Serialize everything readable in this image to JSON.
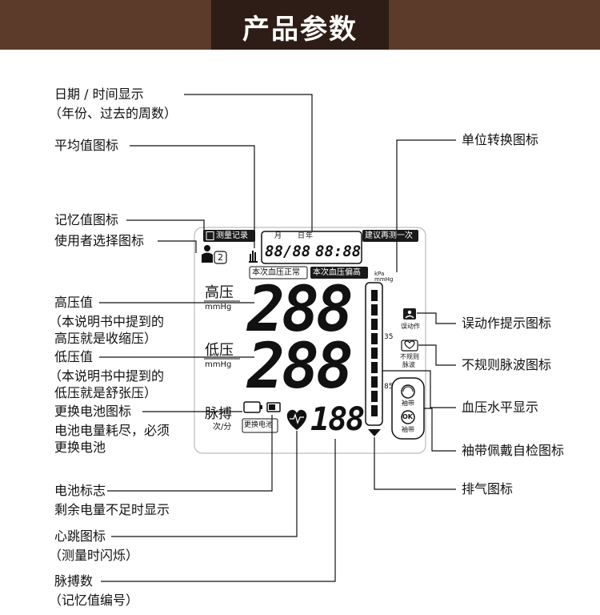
{
  "header": {
    "title": "产品参数"
  },
  "callouts": {
    "date_time": {
      "title": "日期 / 时间显示",
      "note": "（年份、过去的周数）"
    },
    "average_icon": {
      "title": "平均值图标"
    },
    "memory_icon": {
      "title": "记忆值图标"
    },
    "user_select_icon": {
      "title": "使用者选择图标"
    },
    "systolic": {
      "title": "高压值",
      "note1": "（本说明书中提到的",
      "note2": "高压就是收缩压）"
    },
    "diastolic": {
      "title": "低压值",
      "note1": "（本说明书中提到的",
      "note2": "低压就是舒张压）"
    },
    "replace_battery_icon": {
      "title": "更换电池图标",
      "note1": "电池电量耗尽，必须",
      "note2": "更换电池"
    },
    "battery_mark": {
      "title": "电池标志",
      "note": "剩余电量不足时显示"
    },
    "heartbeat_icon": {
      "title": "心跳图标",
      "note": "（测量时闪烁）"
    },
    "pulse_number": {
      "title": "脉搏数",
      "note": "（记忆值编号）"
    },
    "unit_switch_icon": {
      "title": "单位转换图标"
    },
    "motion_error_icon": {
      "title": "误动作提示图标"
    },
    "irregular_pulse_icon": {
      "title": "不规则脉波图标"
    },
    "bp_level_display": {
      "title": "血压水平显示"
    },
    "cuff_check_icon": {
      "title": "袖带佩戴自检图标"
    },
    "exhaust_icon": {
      "title": "排气图标"
    }
  },
  "lcd": {
    "measure_record": "测量记录",
    "recommend_remeasure": "建议再测一次",
    "month": "月",
    "day": "日",
    "year": "年",
    "date_digits": "88/88",
    "time_digits": "88:88",
    "bp_normal": "本次血压正常",
    "bp_high": "本次血压偏高",
    "systolic_label": "高压",
    "diastolic_label": "低压",
    "unit_mmhg": "mmHg",
    "unit_kpa": "kPa",
    "systolic_digits": "288",
    "diastolic_digits": "288",
    "pulse_label": "脉搏",
    "pulse_unit": "次/分",
    "pulse_digits": "188",
    "replace_battery": "更换电池",
    "motion_error": "误动作",
    "irregular_1": "不规则",
    "irregular_2": "脉波",
    "cuff_1": "袖带",
    "cuff_ok": "OK",
    "cuff_2": "袖带",
    "scale_35": "35",
    "scale_85": "85",
    "user_2": "2"
  }
}
